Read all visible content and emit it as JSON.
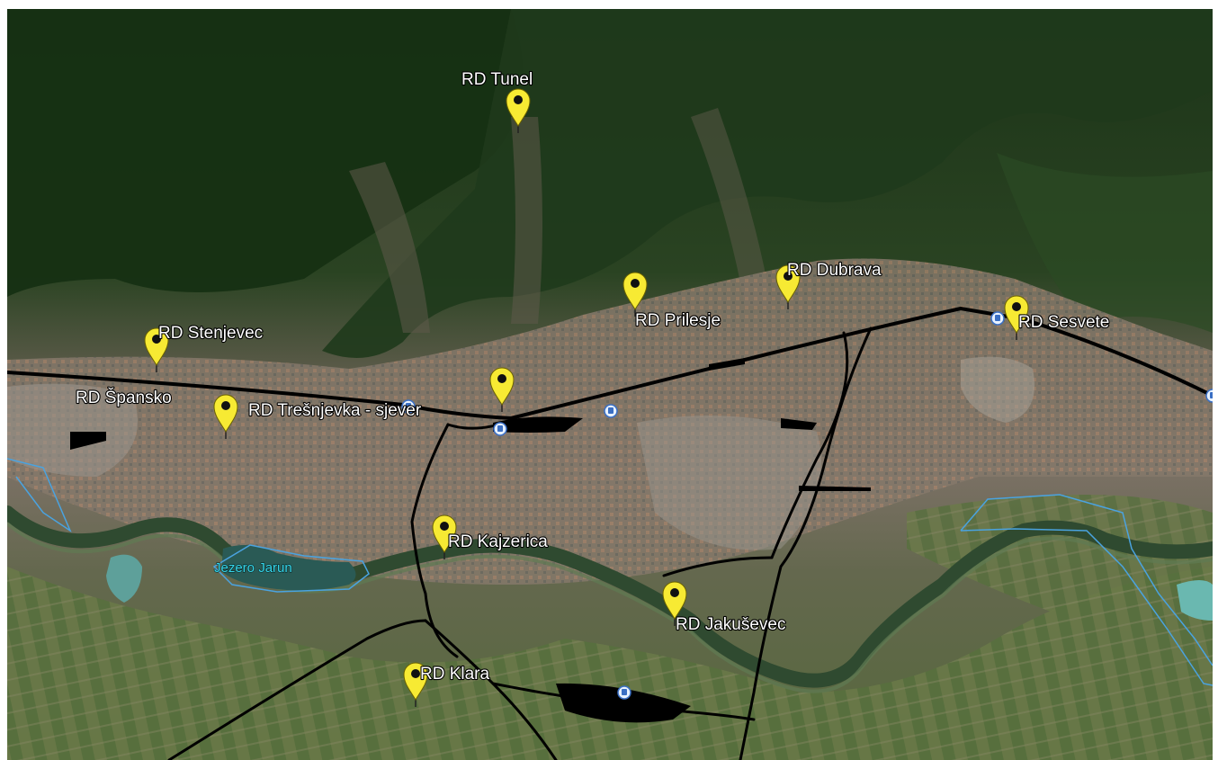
{
  "map": {
    "colors": {
      "forest": "#1f3a1c",
      "urban": "#7d7468",
      "farmland": "#4f6a3a",
      "river": "#3c5a3c",
      "railway": "#000000",
      "boundary": "#4aa3e0",
      "marker": "#f7ea33"
    },
    "markers": [
      {
        "id": "tunel",
        "label": "RD Tunel"
      },
      {
        "id": "stenjevec",
        "label": "RD Stenjevec"
      },
      {
        "id": "spansko",
        "label": "RD Špansko"
      },
      {
        "id": "tresnjevka",
        "label": "RD Trešnjevka - sjever"
      },
      {
        "id": "center",
        "label": ""
      },
      {
        "id": "prilesje",
        "label": "RD Prilesje"
      },
      {
        "id": "dubrava",
        "label": "RD Dubrava"
      },
      {
        "id": "sesvete",
        "label": "RD Sesvete"
      },
      {
        "id": "kajzerica",
        "label": "RD Kajzerica"
      },
      {
        "id": "jakusevec",
        "label": "RD Jakuševec"
      },
      {
        "id": "klara",
        "label": "RD Klara"
      }
    ],
    "lake_label": "Jezero Jarun",
    "station_icon": "train-station-icon",
    "marker_icon": "yellow-pushpin-icon"
  }
}
